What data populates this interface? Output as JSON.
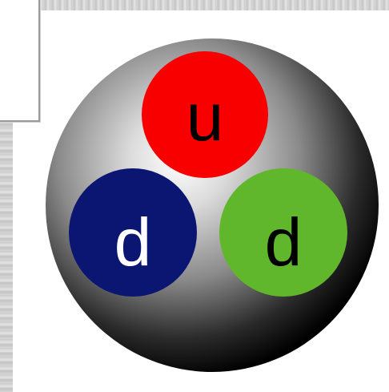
{
  "quarks": [
    {
      "label": "u",
      "color": "#f80000",
      "text_color": "#000000"
    },
    {
      "label": "d",
      "color": "#0b1572",
      "text_color": "#ffffff"
    },
    {
      "label": "d",
      "color": "#60b72c",
      "text_color": "#000000"
    }
  ],
  "colors": {
    "sphere_light": "#ffffff",
    "sphere_mid": "#8a8a8a",
    "sphere_dark": "#000000",
    "background": "#ffffff",
    "metal": "#cfcfcf"
  }
}
